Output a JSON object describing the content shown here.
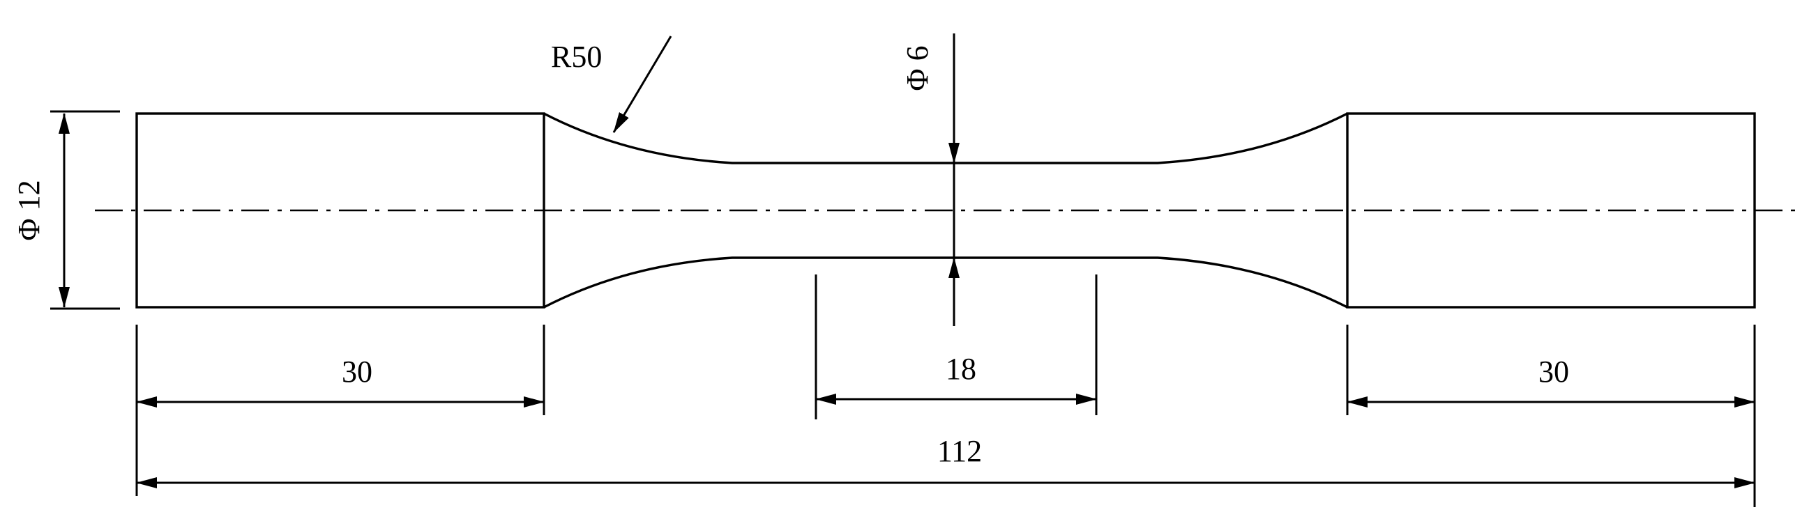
{
  "drawing": {
    "dimensions": {
      "diameter_grip": "Φ 12",
      "diameter_gauge": "Φ 6",
      "fillet_radius": "R50",
      "grip_length_left": "30",
      "gauge_length": "18",
      "grip_length_right": "30",
      "overall_length": "112"
    },
    "colors": {
      "line": "#000000",
      "background": "#ffffff"
    }
  }
}
